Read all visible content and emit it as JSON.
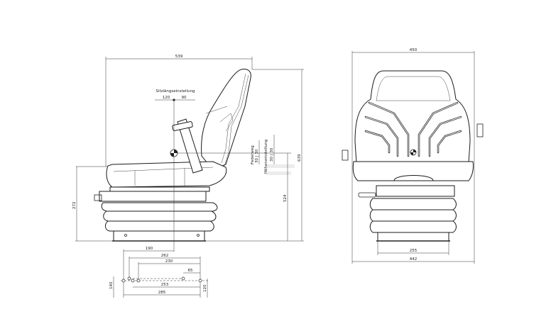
{
  "side_view": {
    "width_label": "539",
    "seat_adjust_title": "Sitzlängseinstellung",
    "seat_adjust_back": "120",
    "seat_adjust_front": "90",
    "suspension_title": "Federweg",
    "suspension_values": "30 | 30",
    "height_adjust_title": "Höheneinstellung",
    "height_adjust_values": "30 | 30",
    "total_height": "639",
    "seat_height": "524",
    "base_height": "272"
  },
  "mounting": {
    "d190": "190",
    "d262": "262",
    "d230": "230",
    "d65": "65",
    "d253": "253",
    "d285": "285",
    "d140": "140",
    "d120": "120"
  },
  "front_view": {
    "width_top": "450",
    "base_width": "255",
    "width_bottom": "442"
  }
}
